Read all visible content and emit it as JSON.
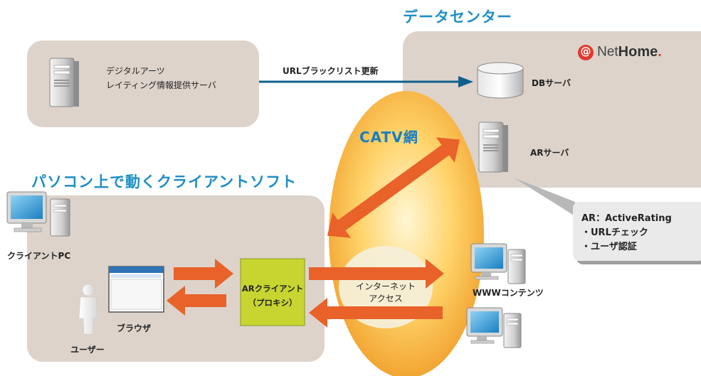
{
  "data_center": {
    "title": "データセンター"
  },
  "logo": {
    "at": "@",
    "net": "Net",
    "home": "Home",
    "dot": "."
  },
  "rating_server": {
    "line1": "デジタルアーツ",
    "line2": "レイティング情報提供サーバ"
  },
  "update_arrow": {
    "label": "URLブラックリスト更新"
  },
  "db_server": {
    "label": "DBサーバ"
  },
  "ar_server": {
    "label": "ARサーバ"
  },
  "catv": {
    "label": "CATV網"
  },
  "internet": {
    "line1": "インターネット",
    "line2": "アクセス"
  },
  "client_software": {
    "title": "パソコン上で動くクライアントソフト"
  },
  "client_pc": {
    "label": "クライアントPC"
  },
  "browser": {
    "label": "ブラウザ"
  },
  "user": {
    "label": "ユーザー"
  },
  "ar_client": {
    "line1": "ARクライアント",
    "line2": "（プロキシ）"
  },
  "www": {
    "label": "WWWコンテンツ"
  },
  "callout": {
    "line1": "AR：ActiveRating",
    "line2": "・URLチェック",
    "line3": "・ユーザ認証"
  },
  "colors": {
    "title_blue": "#1e8fc4",
    "arrow_orange": "#e8622a",
    "panel": "#ddd3cb",
    "proxy_green": "#c8d531",
    "link_blue": "#0e5f8c"
  }
}
